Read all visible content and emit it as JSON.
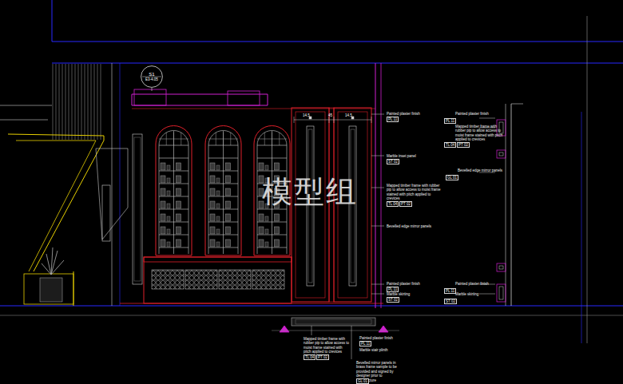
{
  "diagram": {
    "nodes": [
      {
        "text": [
          "S1",
          "E3-4.05"
        ]
      }
    ],
    "labels": [
      "模型组",
      "14.5",
      "45",
      "14.5",
      "Painted plaster finish",
      "PL 11",
      "Marble inset panel",
      "ST 02",
      "Mapped timber frame with rubber pip to allow access to moist frame stained with pitch applied to crevices",
      "TL 04",
      "PT 02",
      "Bevelled edge mirror panels",
      "Painted plaster finish",
      "PL 11",
      "Marble skirting",
      "ST 02",
      "Painted plaster finish",
      "PL 11",
      "Mapped timber frame with rubber pip to allow access to moist frame stained with pitch applied to crevices",
      "TL 04",
      "PT 02",
      "Bevelled edge mirror panels",
      "GL 01",
      "Painted plaster finish",
      "PL 11",
      "Marble skirting",
      "ST 02",
      "Mapped timber frame with rubber pip to allow access to moist frame stained with pitch applied to crevices",
      "TL 04",
      "PT 02",
      "Painted plaster finish",
      "PL 11",
      "Marble stair plinth",
      "Bevelled mirror panels in brass frame sample to be provided and signed by designer prior to manufacture",
      "GL 01"
    ]
  }
}
